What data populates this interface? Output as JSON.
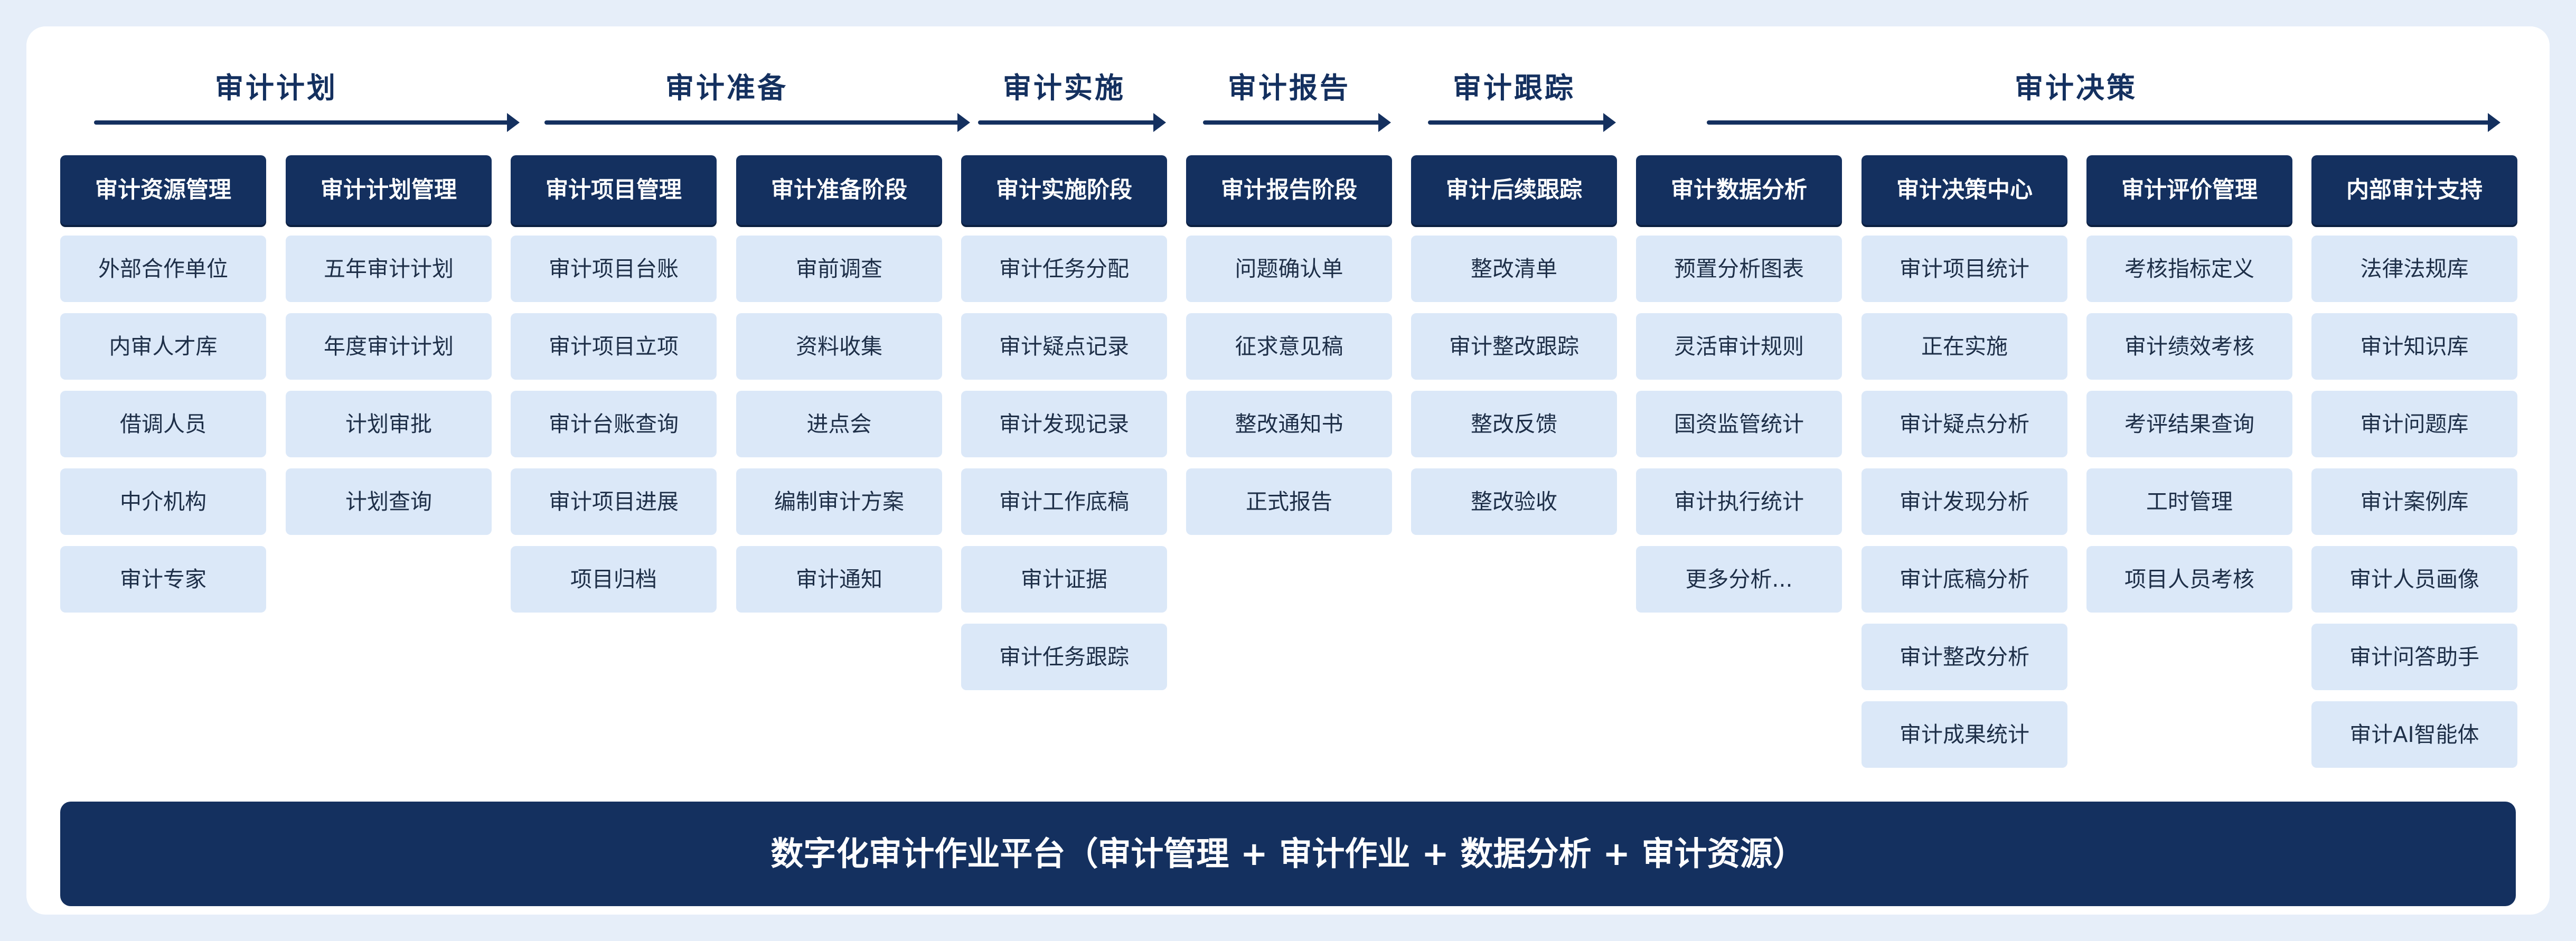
{
  "phases": [
    {
      "label": "审计计划"
    },
    {
      "label": "审计准备"
    },
    {
      "label": "审计实施"
    },
    {
      "label": "审计报告"
    },
    {
      "label": "审计跟踪"
    },
    {
      "label": "审计决策"
    }
  ],
  "columns": [
    {
      "header": "审计资源管理",
      "items": [
        "外部合作单位",
        "内审人才库",
        "借调人员",
        "中介机构",
        "审计专家"
      ]
    },
    {
      "header": "审计计划管理",
      "items": [
        "五年审计计划",
        "年度审计计划",
        "计划审批",
        "计划查询"
      ]
    },
    {
      "header": "审计项目管理",
      "items": [
        "审计项目台账",
        "审计项目立项",
        "审计台账查询",
        "审计项目进展",
        "项目归档"
      ]
    },
    {
      "header": "审计准备阶段",
      "items": [
        "审前调查",
        "资料收集",
        "进点会",
        "编制审计方案",
        "审计通知"
      ]
    },
    {
      "header": "审计实施阶段",
      "items": [
        "审计任务分配",
        "审计疑点记录",
        "审计发现记录",
        "审计工作底稿",
        "审计证据",
        "审计任务跟踪"
      ]
    },
    {
      "header": "审计报告阶段",
      "items": [
        "问题确认单",
        "征求意见稿",
        "整改通知书",
        "正式报告"
      ]
    },
    {
      "header": "审计后续跟踪",
      "items": [
        "整改清单",
        "审计整改跟踪",
        "整改反馈",
        "整改验收"
      ]
    },
    {
      "header": "审计数据分析",
      "items": [
        "预置分析图表",
        "灵活审计规则",
        "国资监管统计",
        "审计执行统计",
        "更多分析..."
      ]
    },
    {
      "header": "审计决策中心",
      "items": [
        "审计项目统计",
        "正在实施",
        "审计疑点分析",
        "审计发现分析",
        "审计底稿分析",
        "审计整改分析",
        "审计成果统计"
      ]
    },
    {
      "header": "审计评价管理",
      "items": [
        "考核指标定义",
        "审计绩效考核",
        "考评结果查询",
        "工时管理",
        "项目人员考核"
      ]
    },
    {
      "header": "内部审计支持",
      "items": [
        "法律法规库",
        "审计知识库",
        "审计问题库",
        "审计案例库",
        "审计人员画像",
        "审计问答助手",
        "审计AI智能体"
      ]
    }
  ],
  "footer": {
    "label": "数字化审计作业平台（审计管理 + 审计作业 + 数据分析 + 审计资源）"
  }
}
